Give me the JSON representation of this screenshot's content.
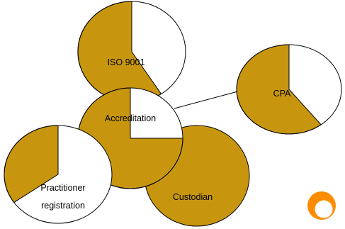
{
  "colors": {
    "fill": "#C8960E",
    "stroke": "#000000",
    "background": "#FFFFFF",
    "logo": "#FF8C00"
  },
  "circles": {
    "iso": {
      "label": "ISO 9001",
      "filled_fraction": 0.58
    },
    "cpa": {
      "label": "CPA",
      "filled_fraction": 0.58
    },
    "accreditation": {
      "label": "Accreditation",
      "filled_fraction": 0.75
    },
    "practitioner": {
      "label_line1": "Practitioner",
      "label_line2": "registration",
      "filled_fraction": 0.35
    },
    "custodian": {
      "label": "Custodian",
      "filled_fraction": 1.0
    }
  },
  "logo": {
    "icon": "orange-ring-logo-icon"
  }
}
